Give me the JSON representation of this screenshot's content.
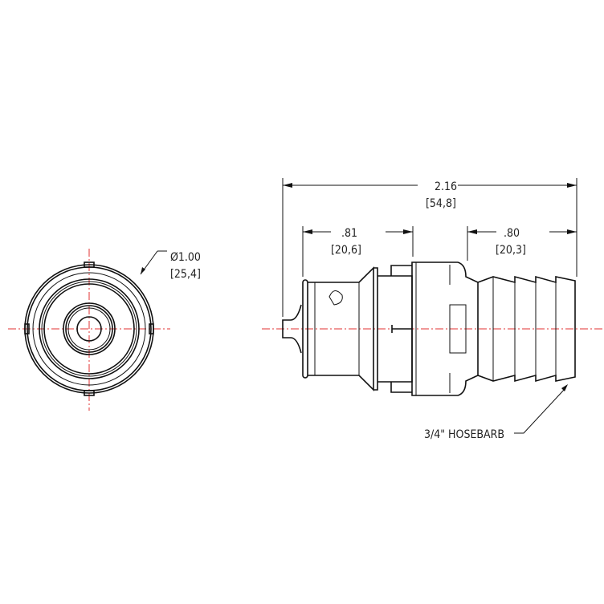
{
  "end_view": {
    "diameter_in": "Ø1.00",
    "diameter_mm": "[25,4]"
  },
  "side_view": {
    "overall_in": "2.16",
    "overall_mm": "[54,8]",
    "left_in": ".81",
    "left_mm": "[20,6]",
    "barb_in": ".80",
    "barb_mm": "[20,3]",
    "callout": "3/4\" HOSEBARB"
  },
  "colors": {
    "line": "#111111",
    "centerline": "#e03030"
  }
}
